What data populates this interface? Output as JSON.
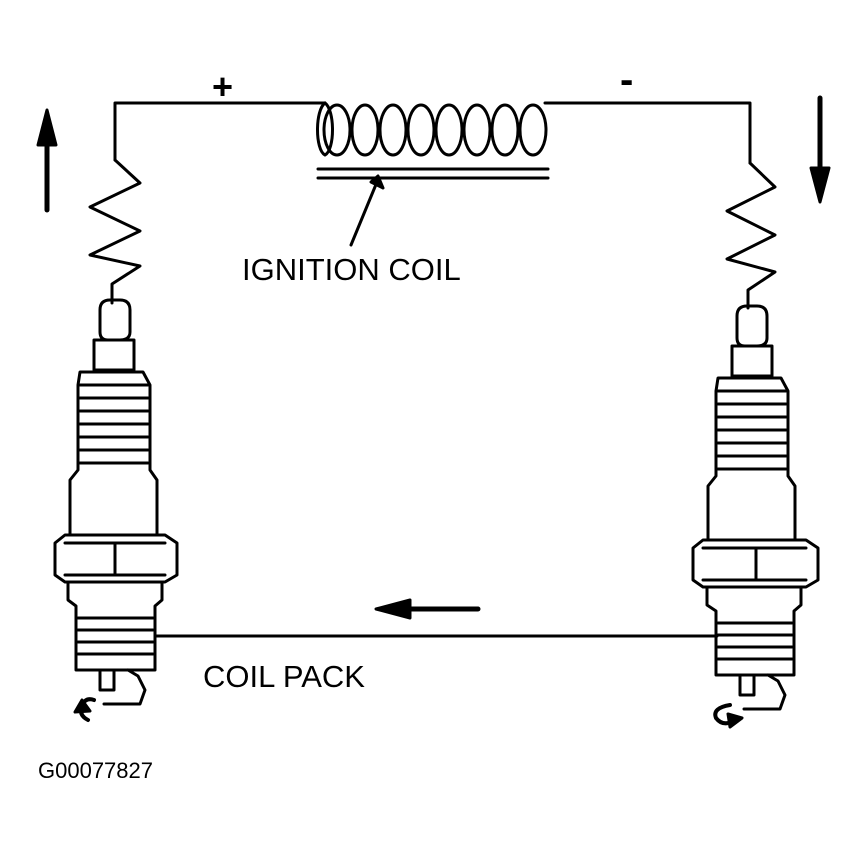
{
  "labels": {
    "positive": "+",
    "negative": "-",
    "ignition_coil": "IGNITION COIL",
    "coil_pack": "COIL PACK",
    "figure_id": "G00077827"
  },
  "colors": {
    "ink": "#000000",
    "background": "#ffffff"
  }
}
